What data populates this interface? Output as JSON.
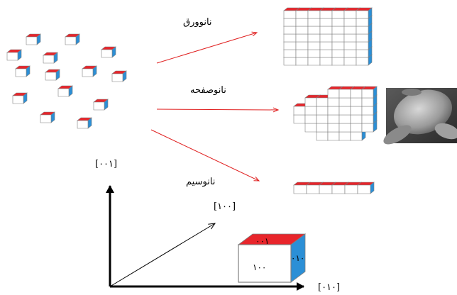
{
  "growth_labels": {
    "nanosheet_1": "نانوورق",
    "nanoplate": "نانوصفحه",
    "nanowire": "نانوسیم"
  },
  "axes": {
    "z": "[۰۰۱]",
    "diagonal": "[۱۰۰]",
    "x": "[۰۱۰]"
  },
  "crystal_faces": {
    "top": "۰۰۱",
    "front": "۱۰۰",
    "side": "۰۱۰"
  },
  "colors": {
    "face_top": "#e8252b",
    "face_side": "#2b8fd6",
    "face_front": "#ffffff",
    "edge": "#7f7f7f",
    "arrow": "#e02020",
    "axis": "#000000"
  }
}
